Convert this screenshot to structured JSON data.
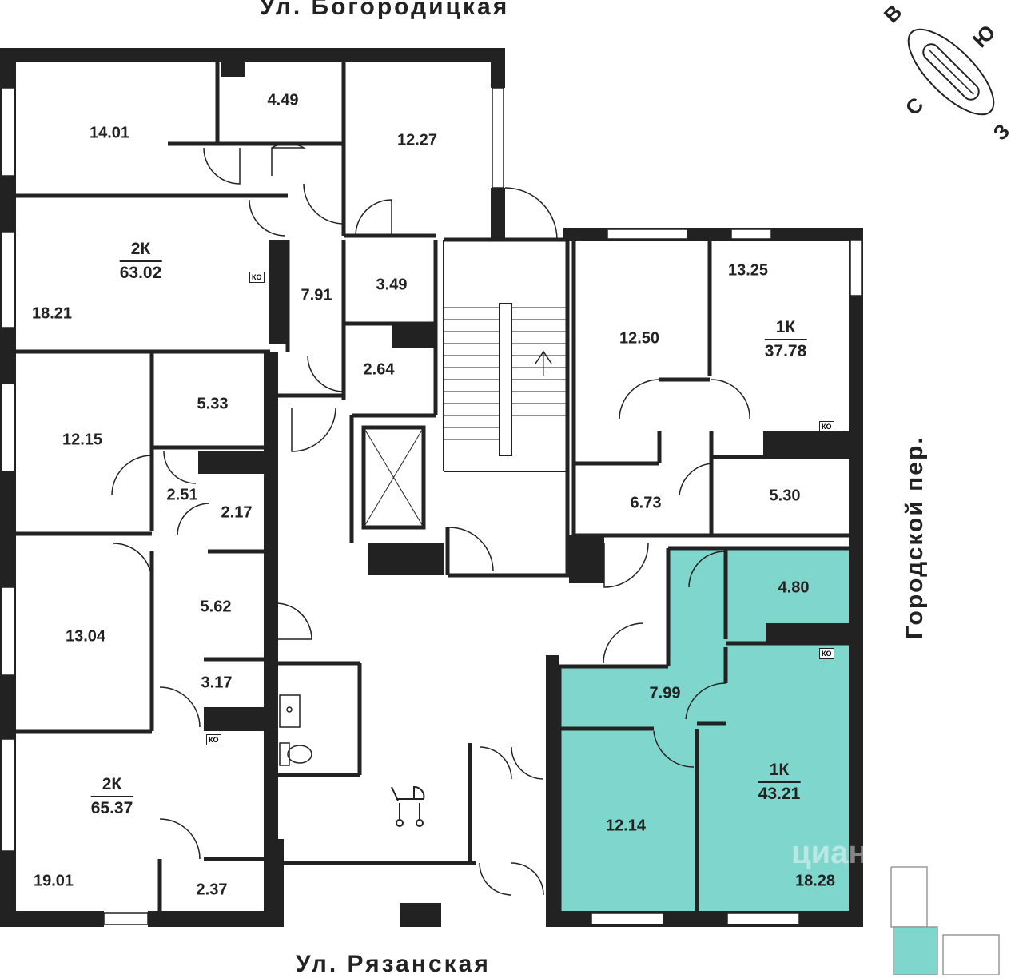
{
  "streets": {
    "top": "Ул. Богородицкая",
    "bottom": "Ул. Рязанская",
    "right": "Городской пер."
  },
  "compass": {
    "n": "С",
    "e": "В",
    "s": "Ю",
    "w": "З"
  },
  "apartments": [
    {
      "type": "2К",
      "total": "63.02"
    },
    {
      "type": "1К",
      "total": "37.78"
    },
    {
      "type": "2К",
      "total": "65.37"
    },
    {
      "type": "1К",
      "total": "43.21",
      "highlighted": true
    }
  ],
  "rooms": [
    "14.01",
    "4.49",
    "12.27",
    "18.21",
    "7.91",
    "3.49",
    "2.64",
    "12.50",
    "13.25",
    "12.15",
    "5.33",
    "2.51",
    "2.17",
    "6.73",
    "5.30",
    "13.04",
    "5.62",
    "4.80",
    "3.17",
    "7.99",
    "19.01",
    "12.14",
    "2.37",
    "18.28"
  ],
  "ko_label": "КО",
  "watermark": "циан",
  "colors": {
    "highlight": "#7fd6cc",
    "wall": "#222222"
  }
}
